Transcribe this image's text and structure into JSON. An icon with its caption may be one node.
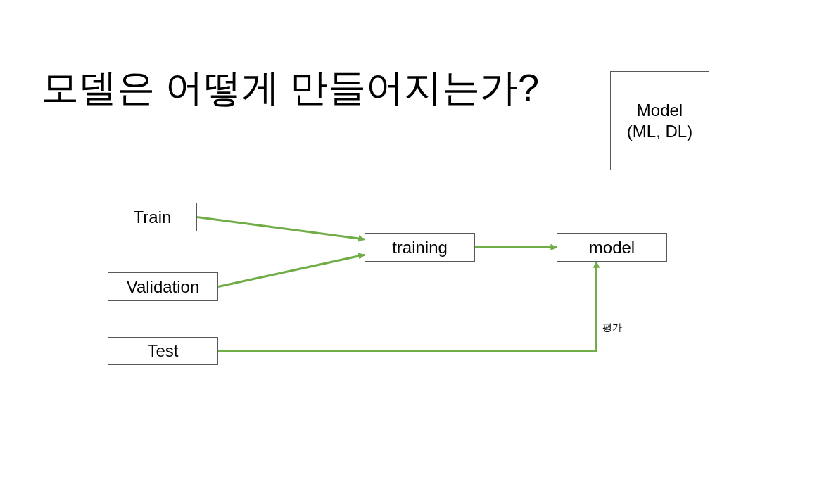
{
  "diagram": {
    "title": "모델은 어떻게 만들어지는가?",
    "nodes": [
      {
        "text": [
          "Model (ML, DL)"
        ]
      },
      {
        "text": [
          "Train"
        ]
      },
      {
        "text": [
          "Validation"
        ]
      },
      {
        "text": [
          "Test"
        ]
      },
      {
        "text": [
          "training"
        ]
      },
      {
        "text": [
          "model"
        ]
      }
    ],
    "edges": [
      {
        "from": 1,
        "to": 4,
        "arrow": "to"
      },
      {
        "from": 2,
        "to": 4,
        "arrow": "to"
      },
      {
        "from": 4,
        "to": 5,
        "arrow": "to"
      },
      {
        "from": 3,
        "to": 5,
        "arrow": "to",
        "label": "평가"
      }
    ]
  }
}
